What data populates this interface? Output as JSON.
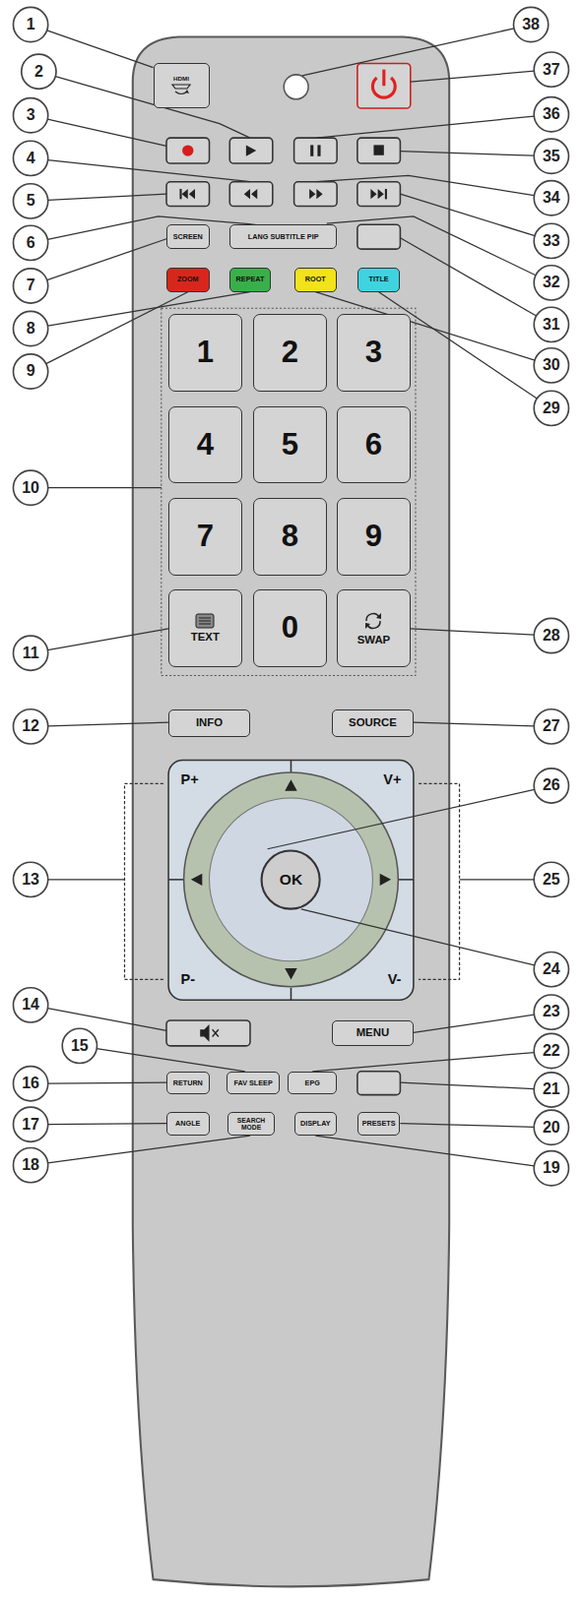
{
  "diagram": {
    "nodes": [
      {
        "text": [
          "HDMI"
        ]
      },
      {
        "text": [
          "SCREEN"
        ]
      },
      {
        "text": [
          "LANG SUBTITLE PIP"
        ]
      },
      {
        "text": [
          "ZOOM"
        ]
      },
      {
        "text": [
          "REPEAT"
        ]
      },
      {
        "text": [
          "ROOT"
        ]
      },
      {
        "text": [
          "TITLE"
        ]
      },
      {
        "text": [
          "1"
        ]
      },
      {
        "text": [
          "2"
        ]
      },
      {
        "text": [
          "3"
        ]
      },
      {
        "text": [
          "4"
        ]
      },
      {
        "text": [
          "5"
        ]
      },
      {
        "text": [
          "6"
        ]
      },
      {
        "text": [
          "7"
        ]
      },
      {
        "text": [
          "8"
        ]
      },
      {
        "text": [
          "9"
        ]
      },
      {
        "text": [
          "TEXT"
        ]
      },
      {
        "text": [
          "0"
        ]
      },
      {
        "text": [
          "SWAP"
        ]
      },
      {
        "text": [
          "INFO"
        ]
      },
      {
        "text": [
          "SOURCE"
        ]
      },
      {
        "text": [
          "P+",
          "V+",
          "P-",
          "V-"
        ]
      },
      {
        "text": [
          "OK"
        ],
        "in": 21
      },
      {
        "text": [
          "MENU"
        ]
      },
      {
        "text": [
          "RETURN"
        ]
      },
      {
        "text": [
          "FAV SLEEP"
        ]
      },
      {
        "text": [
          "EPG"
        ]
      },
      {
        "text": [
          "ANGLE"
        ]
      },
      {
        "text": [
          "SEARCH MODE"
        ]
      },
      {
        "text": [
          "DISPLAY"
        ]
      },
      {
        "text": [
          "PRESETS"
        ]
      }
    ],
    "labels": [
      "1",
      "2",
      "3",
      "4",
      "5",
      "6",
      "7",
      "8",
      "9",
      "10",
      "11",
      "12",
      "13",
      "14",
      "15",
      "16",
      "17",
      "18",
      "19",
      "20",
      "21",
      "22",
      "23",
      "24",
      "25",
      "26",
      "27",
      "28",
      "29",
      "30",
      "31",
      "32",
      "33",
      "34",
      "35",
      "36",
      "37",
      "38"
    ]
  }
}
